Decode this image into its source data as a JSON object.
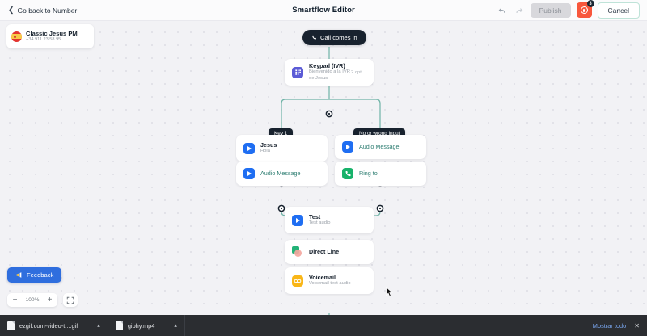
{
  "header": {
    "back_label": "Go back to Number",
    "back_icon": "chevron-left-icon",
    "title": "Smartflow Editor",
    "undo_icon": "undo-icon",
    "redo_icon": "redo-icon",
    "publish_label": "Publish",
    "alert_icon": "alert-record-icon",
    "alert_badge": "3",
    "cancel_label": "Cancel"
  },
  "contact": {
    "flag_icon": "spain-flag-icon",
    "name": "Classic Jesus PM",
    "phone": "+34 911 23 58 95"
  },
  "flow": {
    "start": {
      "label": "Call comes in",
      "icon": "phone-icon"
    },
    "keypad": {
      "title": "Keypad (IVR)",
      "subtitle": "Bienvenido a la IVR de Jesus",
      "meta": "2 opti...",
      "icon": "keypad-icon"
    },
    "branch_left_label": "Key 1",
    "branch_right_label": "No or wrong input",
    "nodes": [
      {
        "title": "Jesus",
        "subtitle": "Hola",
        "icon": "play-icon"
      },
      {
        "title": "Audio Message",
        "subtitle": "",
        "icon": "play-icon"
      },
      {
        "title": "Audio Message",
        "subtitle": "",
        "icon": "play-icon"
      },
      {
        "title": "Ring to",
        "subtitle": "",
        "icon": "phone-green-icon"
      },
      {
        "title": "Test",
        "subtitle": "Test audio",
        "icon": "play-icon"
      },
      {
        "title": "Direct Line",
        "subtitle": "",
        "icon": "direct-line-icon"
      },
      {
        "title": "Voicemail",
        "subtitle": "Voicemail test audio",
        "icon": "voicemail-icon"
      }
    ]
  },
  "controls": {
    "feedback_label": "Feedback",
    "feedback_icon": "megaphone-icon",
    "zoom_out": "−",
    "zoom_level": "100%",
    "zoom_in": "+",
    "fit_icon": "fit-screen-icon"
  },
  "downloads": {
    "items": [
      {
        "name": "ezgif.com-video-t....gif",
        "icon": "file-icon",
        "caret": "caret-up-icon"
      },
      {
        "name": "giphy.mp4",
        "icon": "file-icon",
        "caret": "caret-up-icon"
      }
    ],
    "show_all": "Mostrar todo",
    "close_icon": "close-icon"
  },
  "colors": {
    "accent_dark": "#18222e",
    "wire": "#6fb3a6",
    "publish_disabled": "#d8d8dc",
    "alert": "#f8573c",
    "feedback": "#2f6ede"
  }
}
